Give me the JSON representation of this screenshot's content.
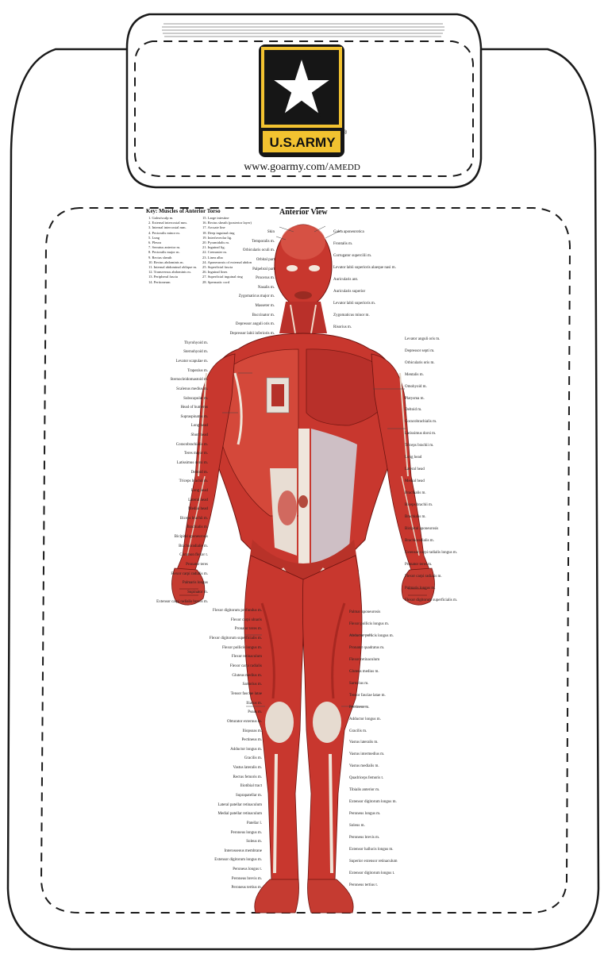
{
  "logo": {
    "wordmark": "U.S.ARMY",
    "registered": "®",
    "url_main": "www.goarmy.com/",
    "url_suffix": "AMEDD"
  },
  "chart": {
    "title": "Anterior View",
    "key_title": "Key: Muscles of Anterior Torso",
    "key_items": [
      "1. Galea/scalp m.",
      "2. External intercostal mm.",
      "3. Internal intercostal mm.",
      "4. Pectoralis minor m.",
      "5. Lung",
      "6. Pleura",
      "7. Serratus anterior m.",
      "8. Pectoralis major m.",
      "9. Rectus sheath",
      "10. Rectus abdominis m.",
      "11. Internal abdominal oblique m.",
      "12. Transversus abdominis m.",
      "13. Peripheral fascia",
      "14. Peritoneum",
      "15. Large intestine",
      "16. Rectus sheath (posterior layer)",
      "17. Arcuate line",
      "18. Deep inguinal ring",
      "19. Interfoveolar lig.",
      "20. Pyramidalis m.",
      "21. Inguinal lig.",
      "22. Cremaster m.",
      "23. Linea alba",
      "24. Aponeurosis of external abdominal oblique m.",
      "25. Superficial fascia",
      "26. Inguinal lines",
      "27. Superficial inguinal ring",
      "28. Spermatic cord"
    ],
    "labels_left": [
      "Skin",
      "Temporalis m.",
      "Orbicularis oculi m.",
      "Orbital part",
      "Palpebral part",
      "Procerus m.",
      "Nasalis m.",
      "Zygomaticus major m.",
      "Masseter m.",
      "Buccinator m.",
      "Depressor anguli oris m.",
      "Depressor labii inferioris m.",
      "Thyrohyoid m.",
      "Sternohyoid m.",
      "Levator scapulae m.",
      "Trapezius m.",
      "Sternocleidomastoid m.",
      "Scalenus medius m.",
      "Subscapular m.",
      "Head of humerus",
      "Supraspinatus m.",
      "Long head",
      "Short head",
      "Coracobrachialis m.",
      "Teres major m.",
      "Latissimus dorsi m.",
      "Deltoid m.",
      "Triceps brachii m.",
      "Long head",
      "Lateral head",
      "Medial head",
      "Biceps brachii m.",
      "Brachialis m.",
      "Bicipital aponeurosis",
      "Brachioradialis m.",
      "Common flexor t.",
      "Pronator teres",
      "Flexor carpi radialis m.",
      "Palmaris longus",
      "Supinator m.",
      "Extensor carpi radialis brevis m.",
      "Flexor digitorum profundus m.",
      "Flexor carpi ulnaris",
      "Pronator teres m.",
      "Flexor digitorum superficialis m.",
      "Flexor pollicis longus m.",
      "Flexor retinaculum",
      "Flexor carpi radialis",
      "Gluteus medius m.",
      "Sartorius m.",
      "Tensor fasciae latae",
      "Iliacus m.",
      "Psoas m.",
      "Obturator externus m.",
      "Iliopsoas m.",
      "Pectineus m.",
      "Adductor longus m.",
      "Gracilis m.",
      "Vastus lateralis m.",
      "Rectus femoris m.",
      "Iliotibial tract",
      "Suprapatellar m.",
      "Lateral patellar retinaculum",
      "Medial patellar retinaculum",
      "Patellar l.",
      "Peroneus longus m.",
      "Soleus m.",
      "Interosseous membrane",
      "Extensor digitorum longus m.",
      "Peroneus longus t.",
      "Peroneus brevis m.",
      "Peroneus tertius m."
    ],
    "labels_right": [
      "Galea aponeurotica",
      "Frontalis m.",
      "Corrugator supercilii m.",
      "Levator labii superioris alaeque nasi m.",
      "Auricularis ant.",
      "Auricularis superior",
      "Levator labii superioris m.",
      "Zygomaticus minor m.",
      "Risorius m.",
      "Levator anguli oris m.",
      "Depressor septi m.",
      "Orbicularis oris m.",
      "Mentalis m.",
      "Omohyoid m.",
      "Platysma m.",
      "Deltoid m.",
      "Coracobrachialis m.",
      "Latissimus dorsi m.",
      "Triceps brachii m.",
      "Long head",
      "Lateral head",
      "Medial head",
      "Brachialis m.",
      "Biceps brachii m.",
      "Brachialis m.",
      "Bicipital aponeurosis",
      "Brachioradialis m.",
      "Extensor carpi radialis longus m.",
      "Pronator teres m.",
      "Flexor carpi radialis m.",
      "Palmaris longus m.",
      "Flexor digitorum superficialis m.",
      "Palmar aponeurosis",
      "Flexor pollicis longus m.",
      "Abductor pollicis longus m.",
      "Pronator quadratus m.",
      "Flexor retinaculum",
      "Gluteus medius m.",
      "Sartorius m.",
      "Tensor fasciae latae m.",
      "Pectineus m.",
      "Adductor longus m.",
      "Gracilis m.",
      "Vastus lateralis m.",
      "Vastus intermedius m.",
      "Vastus medialis m.",
      "Quadriceps femoris t.",
      "Tibialis anterior m.",
      "Extensor digitorum longus m.",
      "Peroneus longus m.",
      "Soleus m.",
      "Peroneus brevis m.",
      "Extensor hallucis longus m.",
      "Superior extensor retinaculum",
      "Extensor digitorum longus t.",
      "Peroneus tertius t."
    ]
  },
  "colors": {
    "gold": "#f2c230",
    "black": "#161616",
    "muscle": "#c8372e",
    "muscle_dark": "#8f1f1a",
    "muscle_light": "#e26a55",
    "tendon": "#e9ddd0",
    "skin_line": "#333333"
  }
}
